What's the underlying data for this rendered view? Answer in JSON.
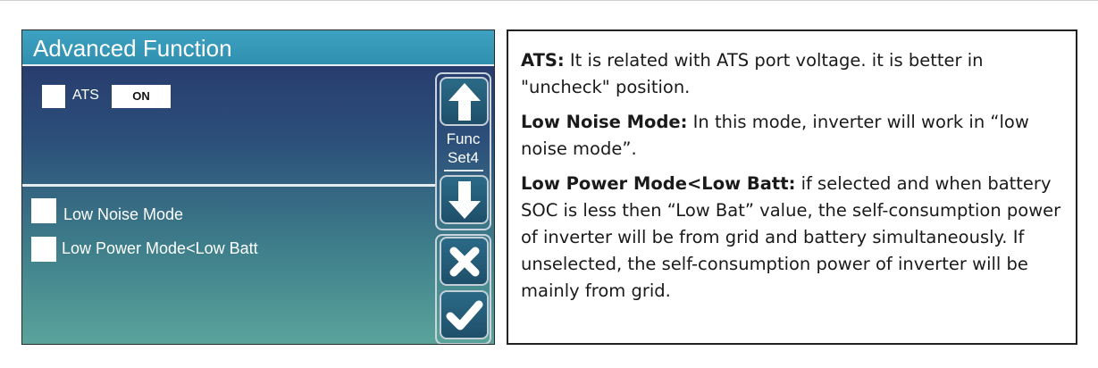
{
  "screen": {
    "title": "Advanced Function",
    "ats": {
      "label": "ATS",
      "value": "ON",
      "checked": false
    },
    "options": [
      {
        "label": "Low Noise Mode",
        "checked": false
      },
      {
        "label": "Low Power Mode<Low Batt",
        "checked": false
      }
    ],
    "controls": {
      "page_label_line1": "Func",
      "page_label_line2": "Set4",
      "up_icon": "arrow-up-icon",
      "down_icon": "arrow-down-icon",
      "cancel_icon": "close-icon",
      "confirm_icon": "check-icon"
    },
    "colors": {
      "header": "#3fa2c2",
      "panel_top": "#263468",
      "panel_bottom": "#5aa39b"
    }
  },
  "description": [
    {
      "term": "ATS:",
      "text": " It is related with ATS port voltage. it is better in \"uncheck\" position."
    },
    {
      "term": "Low Noise Mode:",
      "text": " In this mode, inverter will work in “low noise mode”."
    },
    {
      "term": "Low Power Mode<Low Batt:",
      "text": " if selected and when battery SOC is less then “Low Bat” value, the self-consumption power of inverter will be from grid and battery simultaneously. If unselected, the self-consumption power of inverter will be mainly from grid."
    }
  ]
}
